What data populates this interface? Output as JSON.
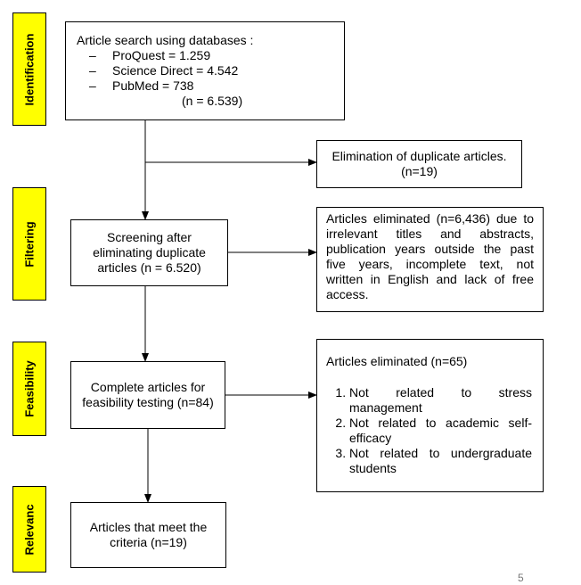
{
  "stages": {
    "identification": "Identification",
    "filtering": "Filtering",
    "feasibility": "Feasibility",
    "relevance": "Relevanc"
  },
  "identification_box": {
    "title": "Article search using databases :",
    "sources": [
      "ProQuest = 1.259",
      "Science Direct = 4.542",
      "PubMed = 738"
    ],
    "total": "(n = 6.539)"
  },
  "duplicates_box": {
    "text": "Elimination of duplicate articles. (n=19)"
  },
  "screening_box": {
    "text": "Screening after eliminating duplicate articles (n = 6.520)"
  },
  "eliminated_screening_box": {
    "text": "Articles eliminated (n=6,436) due to irrelevant titles and abstracts, publication years outside the past five years, incomplete text, not written in English and lack of free access."
  },
  "feasibility_box": {
    "text": "Complete articles for feasibility testing (n=84)"
  },
  "eliminated_feasibility_box": {
    "title": "Articles eliminated (n=65)",
    "reasons": [
      "Not related to stress management",
      "Not related to academic self-efficacy",
      "Not related to undergraduate students"
    ]
  },
  "result_box": {
    "text": "Articles that meet the criteria (n=19)"
  },
  "page_number": "5"
}
